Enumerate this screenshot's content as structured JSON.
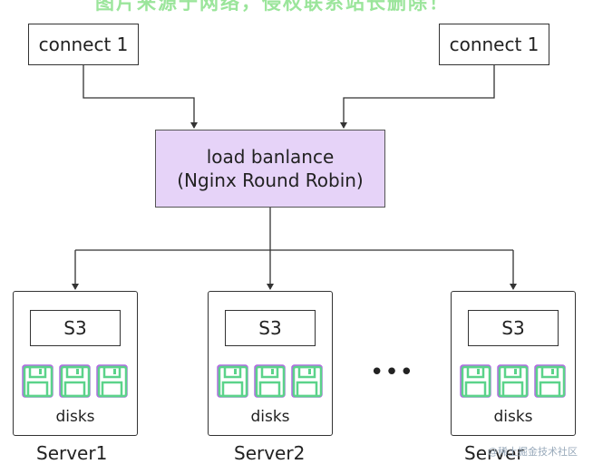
{
  "watermark": "图片来源于网络，侵权联系站长删除！",
  "connect_left": "connect 1",
  "connect_right": "connect 1",
  "load_balancer": {
    "line1": "load banlance",
    "line2": "(Nginx Round Robin)"
  },
  "servers": [
    {
      "s3": "S3",
      "disks_label": "disks",
      "name": "Server1"
    },
    {
      "s3": "S3",
      "disks_label": "disks",
      "name": "Server2"
    },
    {
      "s3": "S3",
      "disks_label": "disks",
      "name": "Server"
    }
  ],
  "ellipsis": "•••",
  "corner_watermark": "@稀土掘金技术社区",
  "colors": {
    "load_balancer_fill": "#e6d3f8",
    "disk_green": "#5bd38a",
    "disk_purple": "#b070e0"
  }
}
